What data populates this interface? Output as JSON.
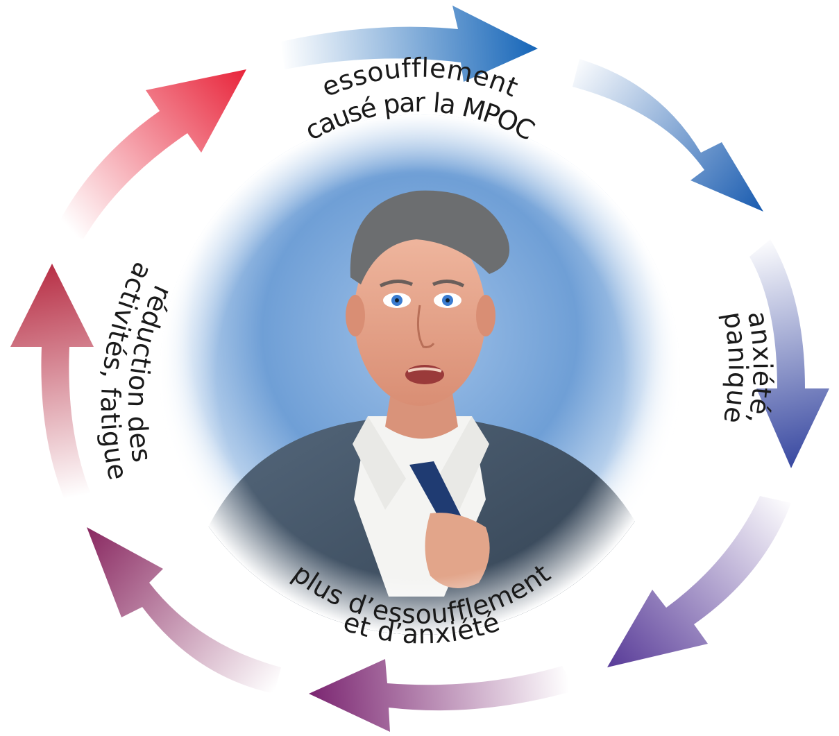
{
  "labels": {
    "top_line1": "essoufflement",
    "top_line2": "causé par la MPOC",
    "right_line1": "anxiété,",
    "right_line2": "panique",
    "bottom_line1": "plus d’essoufflement",
    "bottom_line2": "et d’anxiété",
    "left_line1": "réduction des",
    "left_line2": "activités, fatigue"
  },
  "colors": {
    "arrow_blue": "#1565b8",
    "arrow_indigo": "#2e3f9c",
    "arrow_violet": "#5a3d99",
    "arrow_purple": "#7a2470",
    "arrow_plum": "#8a2a62",
    "arrow_crimson": "#b5283f",
    "arrow_red": "#e8243a",
    "portrait_sky": "#6f9fd6",
    "jacket": "#3d4f62",
    "shirt": "#f4f4f2",
    "tie": "#1f3b72",
    "skin": "#e8a890",
    "hair": "#6c6e70"
  },
  "icons": {
    "portrait": "man-in-distress-portrait"
  }
}
